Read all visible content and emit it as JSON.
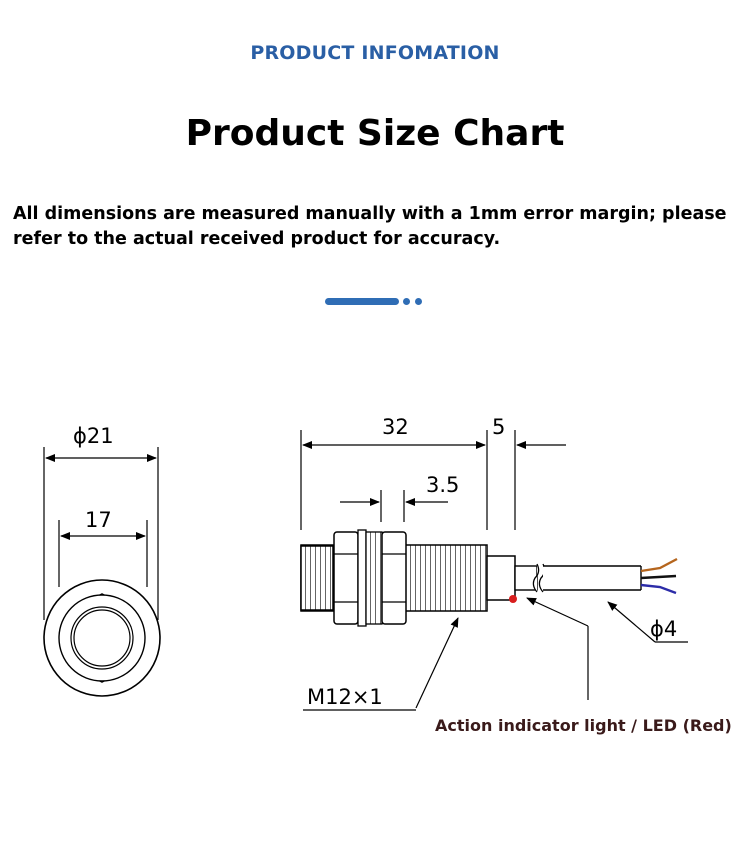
{
  "header": {
    "label": "PRODUCT INFOMATION",
    "title": "Product Size Chart",
    "note": "All dimensions are measured manually with a 1mm error margin; please refer to the actual received product for accuracy."
  },
  "front_view": {
    "outer_dim": "ϕ21",
    "inner_dim": "17"
  },
  "side_view": {
    "body_length": "32",
    "head_length": "5",
    "nut_thickness": "3.5",
    "cable_dim": "ϕ4",
    "thread_label": "M12×1",
    "led_label": "Action indicator light / LED (Red)"
  },
  "colors": {
    "accent": "#2f6db5",
    "header_text": "#2a5fa5",
    "led": "#d81e1e",
    "wire_brown": "#b5651d",
    "wire_blue": "#2c2ca8",
    "wire_black": "#111111"
  }
}
